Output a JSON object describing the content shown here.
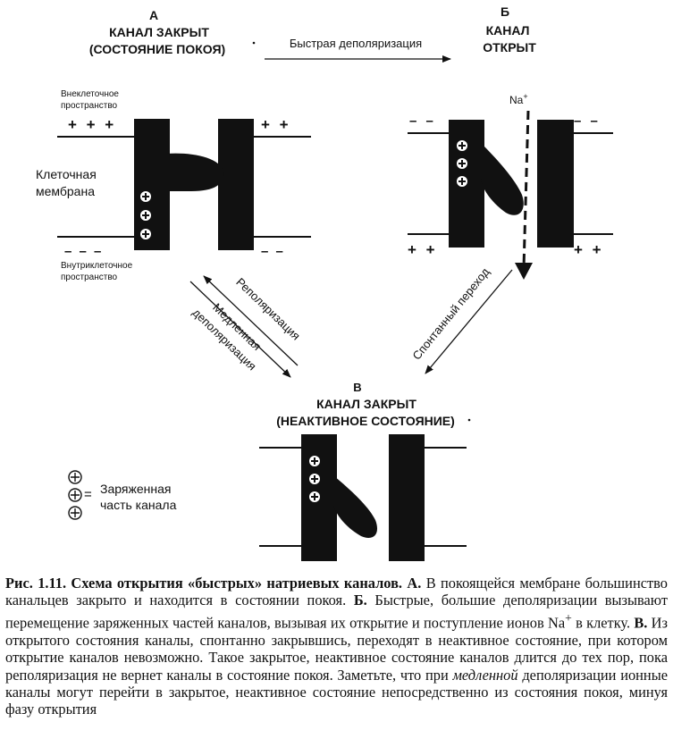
{
  "states": {
    "a": {
      "letter": "А",
      "title_line1": "КАНАЛ ЗАКРЫТ",
      "title_line2": "(СОСТОЯНИЕ ПОКОЯ)",
      "label_extracellular_1": "Внеклеточное",
      "label_extracellular_2": "пространство",
      "label_membrane_1": "Клеточная",
      "label_membrane_2": "мембрана",
      "label_intracellular_1": "Внутриклеточное",
      "label_intracellular_2": "пространство",
      "charges_top": "+ + +",
      "charges_top_right": "+ +",
      "charges_bottom": "– – –",
      "charges_bottom_right": "– –"
    },
    "b": {
      "letter": "Б",
      "title_line1": "КАНАЛ",
      "title_line2": "ОТКРЫТ",
      "ion_label": "Na",
      "ion_charge": "+",
      "charges_top_left": "– –",
      "charges_top_right": "– –",
      "charges_bottom_left": "+ +",
      "charges_bottom_right": "+ +"
    },
    "v": {
      "letter": "В",
      "title_line1": "КАНАЛ ЗАКРЫТ",
      "title_line2": "(НЕАКТИВНОЕ СОСТОЯНИЕ)"
    }
  },
  "transitions": {
    "fast_depolarization": "Быстрая деполяризация",
    "spontaneous_transition": "Спонтанный переход",
    "repolarization": "Реполяризация",
    "slow_depolarization_1": "Медленная",
    "slow_depolarization_2": "деполяризация"
  },
  "legend": {
    "equals": "=",
    "label_1": "Заряженная",
    "label_2": "часть канала"
  },
  "caption": {
    "title": "Рис. 1.11. Схема открытия «быстрых» натриевых каналов. А.",
    "part1": " В покоящейся мембране большинство канальцев закрыто и находится  в состоянии покоя. ",
    "label_b": "Б.",
    "part2": " Быстрые, большие деполяризации вызывают перемещение заряженных частей каналов, вызывая их открытие и поступление ионов  Na",
    "ion_sup": "+",
    "part3": " в клетку. ",
    "label_v": "В.",
    "part4": " Из открытого состояния каналы, спонтанно закрывшись, переходят в неактивное состояние, при котором открытие каналов невозможно. Такое закрытое, неактивное состояние  каналов длится до тех пор, пока реполяризация не вернет каналы в состояние покоя. Заметьте, что при ",
    "emph": "медленной",
    "part5": " деполяризации ионные каналы могут перейти в закрытое, неактивное состояние непосредственно из состояния покоя, минуя фазу открытия"
  },
  "colors": {
    "ink": "#111111",
    "paper": "#ffffff"
  }
}
